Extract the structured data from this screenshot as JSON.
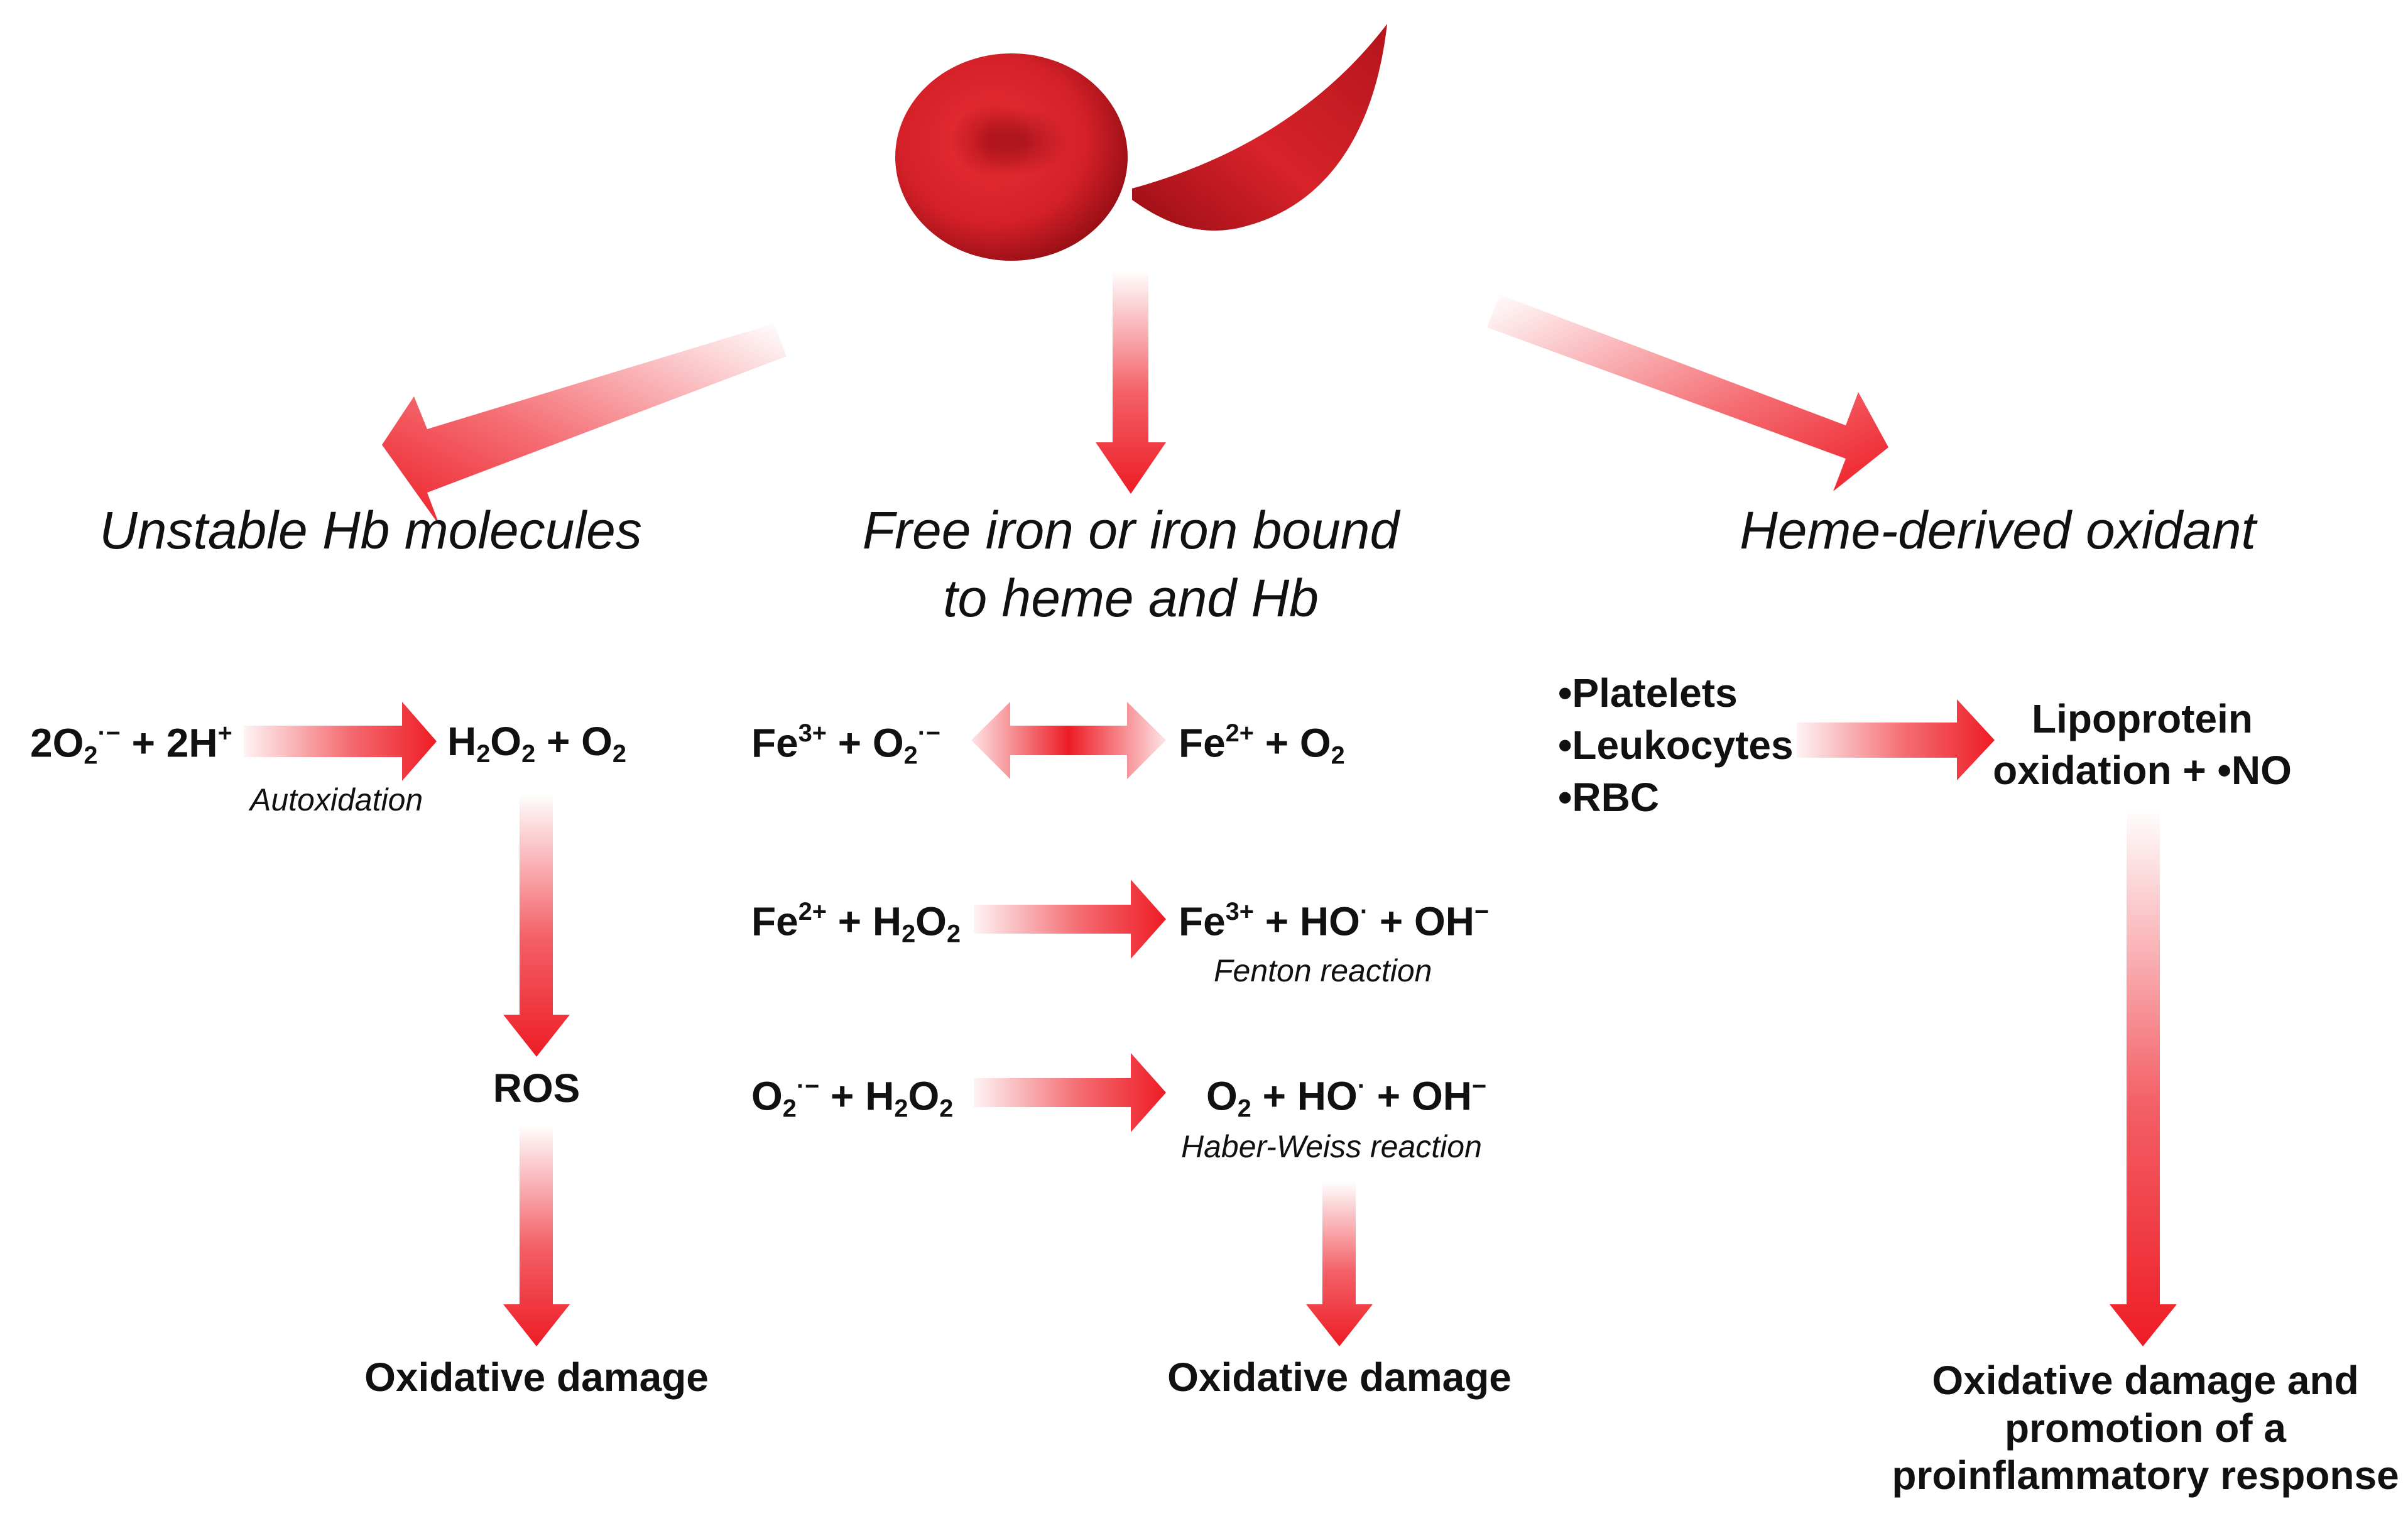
{
  "headings": {
    "left": "Unstable Hb molecules",
    "middle_line1": "Free iron or iron bound",
    "middle_line2": "to heme and Hb",
    "right": "Heme-derived oxidant"
  },
  "left_branch": {
    "reactant_coef": "2O",
    "reactant_sub": "2",
    "reactant_sup": "·−",
    "reactant_rest": " + 2H",
    "reactant_sup2": "+",
    "product_a": "H",
    "product_sub_a": "2",
    "product_b": "O",
    "product_sub_b": "2",
    "product_c": " + O",
    "product_sub_c": "2",
    "reaction_note": "Autoxidation",
    "intermediate": "ROS",
    "outcome": "Oxidative damage"
  },
  "middle_branch": {
    "r1_left_a": "Fe",
    "r1_left_sup": "3+",
    "r1_left_b": " + O",
    "r1_left_sub": "2",
    "r1_left_sup2": "·−",
    "r1_right_a": "Fe",
    "r1_right_sup": "2+",
    "r1_right_b": " + O",
    "r1_right_sub": "2",
    "r2_left_a": "Fe",
    "r2_left_sup": "2+",
    "r2_left_b": " + H",
    "r2_left_sub1": "2",
    "r2_left_c": "O",
    "r2_left_sub2": "2",
    "r2_right_a": "Fe",
    "r2_right_sup": "3+",
    "r2_right_b": " + HO",
    "r2_right_sup2": "·",
    "r2_right_c": " + OH",
    "r2_right_sup3": "−",
    "r2_note": "Fenton reaction",
    "r3_left_a": "O",
    "r3_left_sub": "2",
    "r3_left_sup": "·−",
    "r3_left_b": " + H",
    "r3_left_sub1": "2",
    "r3_left_c": "O",
    "r3_left_sub2": "2",
    "r3_right_a": "O",
    "r3_right_sub": "2",
    "r3_right_b": " + HO",
    "r3_right_sup": "·",
    "r3_right_c": " + OH",
    "r3_right_sup2": "−",
    "r3_note": "Haber-Weiss reaction",
    "outcome": "Oxidative damage"
  },
  "right_branch": {
    "sources": [
      "•Platelets",
      "•Leukocytes",
      "•RBC"
    ],
    "product_line1": "Lipoprotein",
    "product_line2": "oxidation + •NO",
    "outcome": "Oxidative damage and promotion of a proinflammatory response"
  },
  "colors": {
    "arrow": "#ee1c25",
    "cell_light": "#e0282f",
    "cell_dark": "#8e0c12"
  }
}
